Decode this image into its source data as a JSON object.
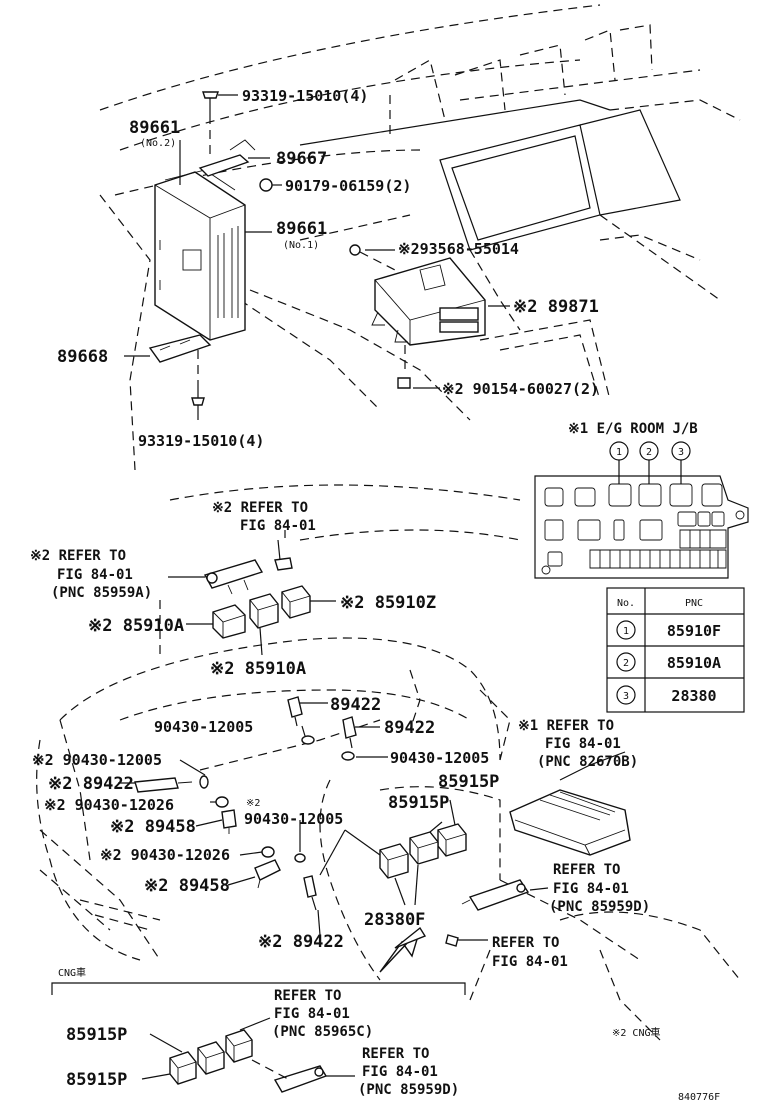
{
  "labels": {
    "l01": "93319-15010(4)",
    "l02": "89661",
    "l03": "(No.2)",
    "l04": "89667",
    "l05": "90179-06159(2)",
    "l06": "89661",
    "l07": "(No.1)",
    "l08": "※293568-55014",
    "l09": "※2 89871",
    "l10": "89668",
    "l11": "※2 90154-60027(2)",
    "l12": "93319-15010(4)",
    "l13": "※1  E/G ROOM J/B",
    "l14": "※2 REFER TO",
    "l15": "FIG 84-01",
    "l16": "※2 REFER TO",
    "l17": "FIG 84-01",
    "l18": "(PNC 85959A)",
    "l19": "※2 85910Z",
    "l20": "※2 85910A",
    "l21": "※2 85910A",
    "l22": "89422",
    "l23": "90430-12005",
    "l24": "89422",
    "l25": "※1 REFER TO",
    "l26": "FIG 84-01",
    "l27": "(PNC 82670B)",
    "l28": "※2 90430-12005",
    "l29": "90430-12005",
    "l30": "85915P",
    "l31": "※2 89422",
    "l32": "※2 90430-12026",
    "l33": "※2",
    "l34": "90430-12005",
    "l35": "85915P",
    "l36": "※2 89458",
    "l37": "※2 90430-12026",
    "l38": "REFER TO",
    "l39": "FIG 84-01",
    "l40": "※2 89458",
    "l41": "(PNC 85959D)",
    "l42": "28380F",
    "l43": "※2 89422",
    "l44": "REFER TO",
    "l45": "FIG 84-01",
    "l46": "CNG車",
    "l47": "REFER TO",
    "l48": "FIG 84-01",
    "l49": "(PNC 85965C)",
    "l50": "85915P",
    "l51": "REFER TO",
    "l52": "FIG 84-01",
    "l53": "(PNC 85959D)",
    "l54": "85915P",
    "l55": "※2 CNG車",
    "l56": "840776F"
  },
  "relay_markers": [
    "1",
    "2",
    "3"
  ],
  "pnc_table": {
    "header_no": "No.",
    "header_pnc": "PNC",
    "rows": [
      {
        "no": "1",
        "pnc": "85910F"
      },
      {
        "no": "2",
        "pnc": "85910A"
      },
      {
        "no": "3",
        "pnc": "28380"
      }
    ]
  }
}
